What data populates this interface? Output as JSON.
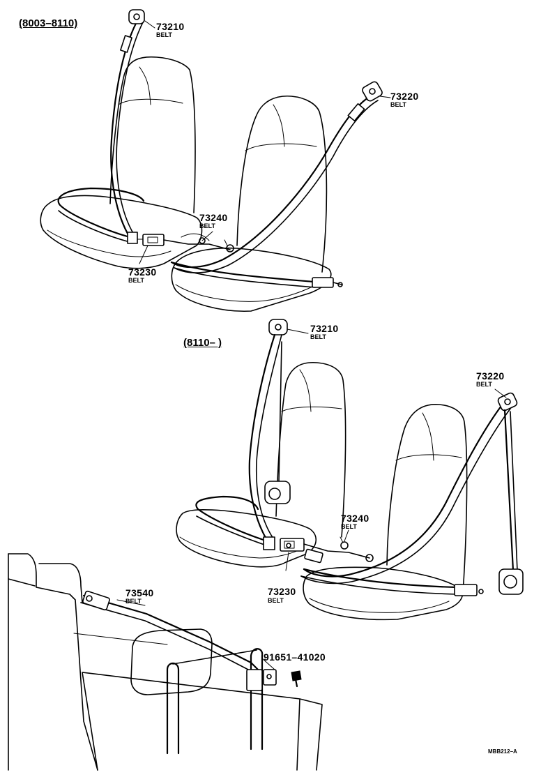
{
  "groups": [
    {
      "range": "(8003–8110)",
      "parts": [
        {
          "number": "73210",
          "desc": "BELT"
        },
        {
          "number": "73220",
          "desc": "BELT"
        },
        {
          "number": "73240",
          "desc": "BELT"
        },
        {
          "number": "73230",
          "desc": "BELT"
        }
      ]
    },
    {
      "range": "(8110–        )",
      "parts": [
        {
          "number": "73210",
          "desc": "BELT"
        },
        {
          "number": "73220",
          "desc": "BELT"
        },
        {
          "number": "73240",
          "desc": "BELT"
        },
        {
          "number": "73230",
          "desc": "BELT"
        }
      ]
    },
    {
      "range": "",
      "parts": [
        {
          "number": "73540",
          "desc": "BELT"
        },
        {
          "number": "91651–41020",
          "desc": ""
        }
      ]
    }
  ],
  "footer_code": "MBB212–A"
}
